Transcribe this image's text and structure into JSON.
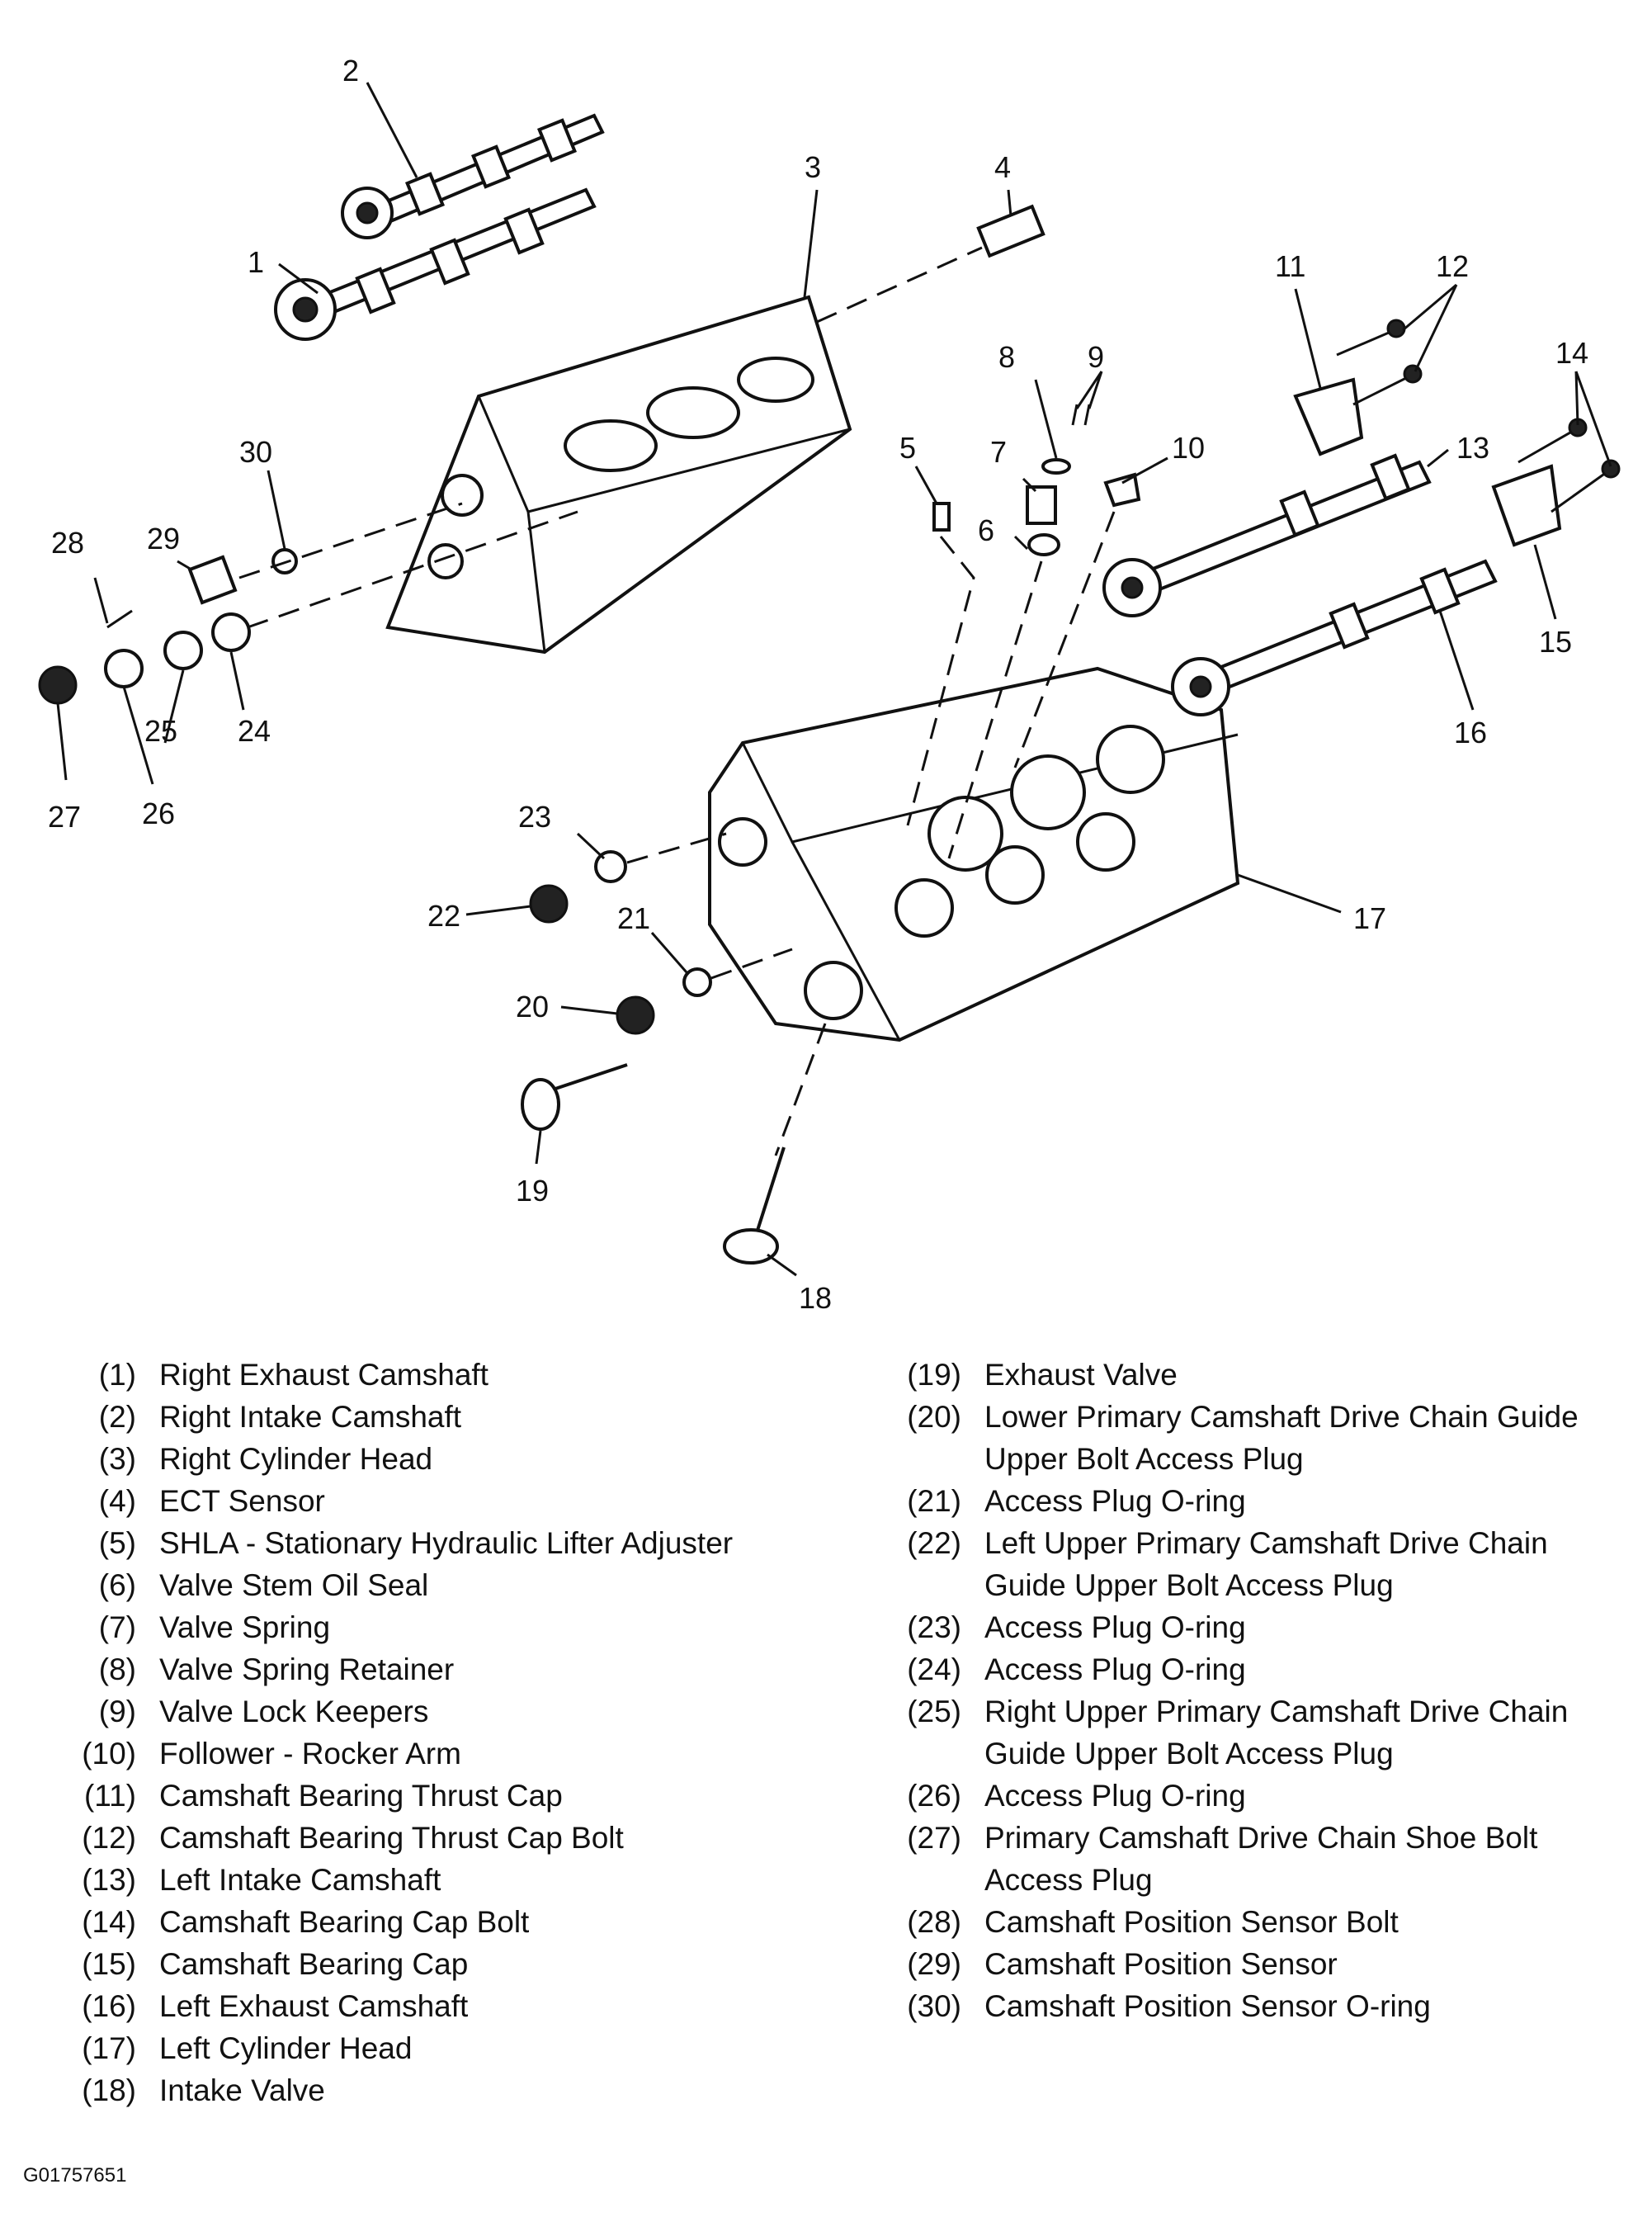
{
  "callouts": [
    "1",
    "2",
    "3",
    "4",
    "5",
    "6",
    "7",
    "8",
    "9",
    "10",
    "11",
    "12",
    "13",
    "14",
    "15",
    "16",
    "17",
    "18",
    "19",
    "20",
    "21",
    "22",
    "23",
    "24",
    "25",
    "26",
    "27",
    "28",
    "29",
    "30"
  ],
  "legend_left": [
    {
      "num": "(1)",
      "text": "Right Exhaust Camshaft"
    },
    {
      "num": "(2)",
      "text": "Right Intake Camshaft"
    },
    {
      "num": "(3)",
      "text": "Right Cylinder Head"
    },
    {
      "num": "(4)",
      "text": "ECT Sensor"
    },
    {
      "num": "(5)",
      "text": "SHLA - Stationary Hydraulic Lifter Adjuster"
    },
    {
      "num": "(6)",
      "text": "Valve Stem Oil Seal"
    },
    {
      "num": "(7)",
      "text": "Valve Spring"
    },
    {
      "num": "(8)",
      "text": "Valve Spring Retainer"
    },
    {
      "num": "(9)",
      "text": "Valve Lock Keepers"
    },
    {
      "num": "(10)",
      "text": "Follower - Rocker Arm"
    },
    {
      "num": "(11)",
      "text": "Camshaft Bearing Thrust Cap"
    },
    {
      "num": "(12)",
      "text": "Camshaft Bearing Thrust Cap Bolt"
    },
    {
      "num": "(13)",
      "text": "Left Intake Camshaft"
    },
    {
      "num": "(14)",
      "text": "Camshaft Bearing Cap Bolt"
    },
    {
      "num": "(15)",
      "text": "Camshaft Bearing Cap"
    },
    {
      "num": "(16)",
      "text": "Left Exhaust Camshaft"
    },
    {
      "num": "(17)",
      "text": "Left Cylinder Head"
    },
    {
      "num": "(18)",
      "text": "Intake Valve"
    }
  ],
  "legend_right": [
    {
      "num": "(19)",
      "text": "Exhaust Valve"
    },
    {
      "num": "(20)",
      "text": "Lower Primary Camshaft Drive Chain Guide\nUpper Bolt Access Plug"
    },
    {
      "num": "(21)",
      "text": "Access Plug O-ring"
    },
    {
      "num": "(22)",
      "text": "Left Upper Primary Camshaft Drive Chain\nGuide Upper Bolt Access Plug"
    },
    {
      "num": "(23)",
      "text": "Access Plug O-ring"
    },
    {
      "num": "(24)",
      "text": "Access Plug O-ring"
    },
    {
      "num": "(25)",
      "text": "Right Upper Primary Camshaft Drive Chain\nGuide Upper Bolt Access Plug"
    },
    {
      "num": "(26)",
      "text": "Access Plug O-ring"
    },
    {
      "num": "(27)",
      "text": "Primary Camshaft Drive Chain Shoe Bolt\nAccess Plug"
    },
    {
      "num": "(28)",
      "text": "Camshaft Position Sensor Bolt"
    },
    {
      "num": "(29)",
      "text": "Camshaft Position Sensor"
    },
    {
      "num": "(30)",
      "text": "Camshaft Position Sensor O-ring"
    }
  ],
  "figure_code": "G01757651"
}
